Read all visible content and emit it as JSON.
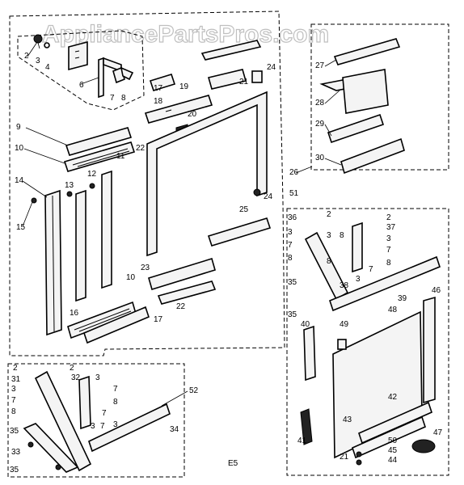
{
  "watermark": "AppliancePartsPros.com",
  "labels": {
    "p2a": "2",
    "p3a": "3",
    "p4": "4",
    "p6": "6",
    "p7a": "7",
    "p8a": "8",
    "p9": "9",
    "p10a": "10",
    "p11": "11",
    "p12": "12",
    "p13": "13",
    "p14": "14",
    "p15": "15",
    "p16": "16",
    "p17a": "17",
    "p17b": "17",
    "p18": "18",
    "p19": "19",
    "p20": "20",
    "p21a": "21",
    "p22a": "22",
    "p22b": "22",
    "p23": "23",
    "p24a": "24",
    "p24b": "24",
    "p25": "25",
    "p10b": "10",
    "p26": "26",
    "p27": "27",
    "p28": "28",
    "p29": "29",
    "p30": "30",
    "p51": "51",
    "p36": "36",
    "p2b": "2",
    "p2c": "2",
    "p3b": "3",
    "p3c": "3",
    "p8b": "8",
    "p8c": "8",
    "p37": "37",
    "p3d": "3",
    "p7b": "7",
    "p7c": "7",
    "p8d": "8",
    "p3e": "3",
    "p7d": "7",
    "p8e": "8",
    "p35a": "35",
    "p38": "38",
    "p39": "39",
    "p46": "46",
    "p35b": "35",
    "p48": "48",
    "p40": "40",
    "p49": "49",
    "p41": "41",
    "p42": "42",
    "p43": "43",
    "p47": "47",
    "p50": "50",
    "p45": "45",
    "p21b": "21",
    "p44": "44",
    "p2d": "2",
    "p2e": "2",
    "p31": "31",
    "p32": "32",
    "p3f": "3",
    "p3g": "3",
    "p7e": "7",
    "p52": "52",
    "p8f": "8",
    "p7f": "7",
    "p8g": "8",
    "p7g": "7",
    "p35c": "35",
    "p33": "33",
    "p34": "34",
    "p35d": "35",
    "p3h": "3",
    "p7h": "7",
    "p3i": "3",
    "pE5": "E5"
  }
}
